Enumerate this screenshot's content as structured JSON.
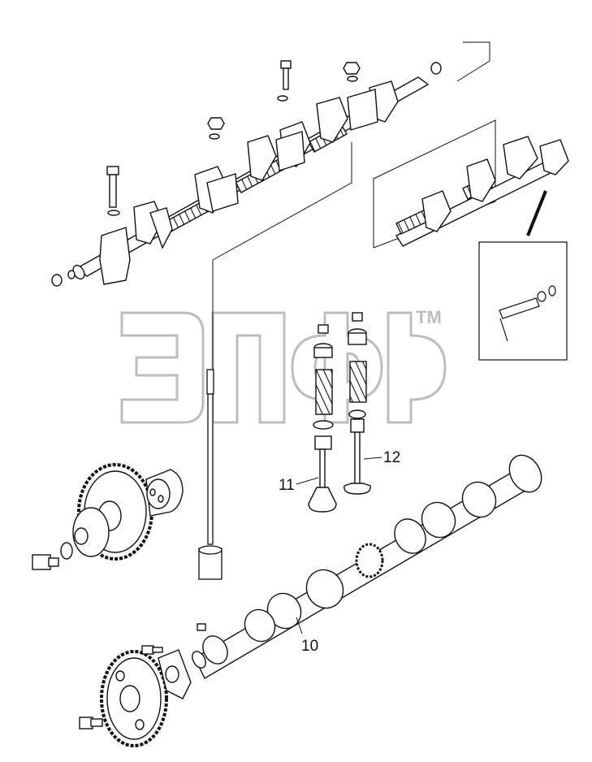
{
  "callouts": [
    {
      "id": "10",
      "text": "10"
    },
    {
      "id": "11",
      "text": "11"
    },
    {
      "id": "12",
      "text": "12"
    }
  ],
  "watermark": {
    "logo": "ЭПФ",
    "trademark": "TM",
    "color": "#bdbdbd"
  },
  "colors": {
    "line": "#111111",
    "paper": "#ffffff"
  }
}
